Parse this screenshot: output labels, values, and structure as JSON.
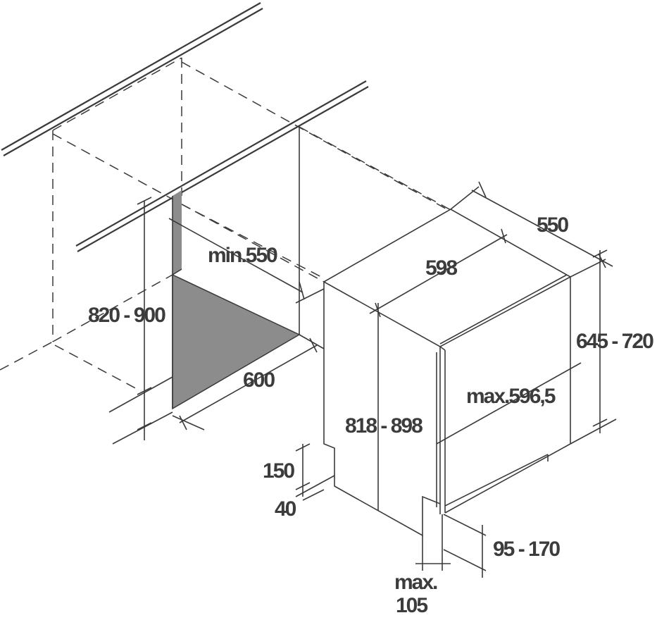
{
  "labels": {
    "depth": "550",
    "width": "598",
    "niche_depth": "min.550",
    "niche_height": "820 - 900",
    "niche_width": "600",
    "door_height": "645 - 720",
    "door_width": "max.596,5",
    "appliance_height": "818 - 898",
    "plinth_height": "150",
    "plinth_gap": "40",
    "plinth_depth": "95 - 170",
    "max_label": "max.",
    "max_value": "105"
  },
  "colors": {
    "line": "#3a3a3a",
    "niche_fill": "#8c8c8c"
  }
}
